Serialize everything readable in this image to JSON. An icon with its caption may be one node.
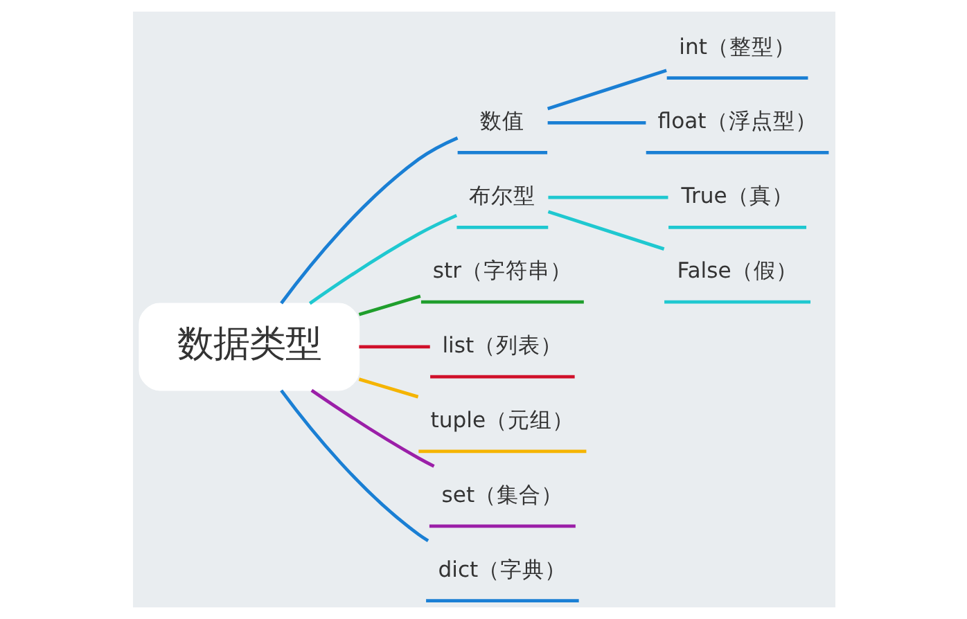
{
  "diagram": {
    "nodes": [
      {
        "text": [
          "数据类型"
        ]
      },
      {
        "text": [
          "数值"
        ]
      },
      {
        "text": [
          "int（整型）"
        ]
      },
      {
        "text": [
          "float（浮点型）"
        ]
      },
      {
        "text": [
          "布尔型"
        ]
      },
      {
        "text": [
          "True（真）"
        ]
      },
      {
        "text": [
          "False（假）"
        ]
      },
      {
        "text": [
          "str（字符串）"
        ]
      },
      {
        "text": [
          "list（列表）"
        ]
      },
      {
        "text": [
          "tuple（元组）"
        ]
      },
      {
        "text": [
          "set（集合）"
        ]
      },
      {
        "text": [
          "dict（字典）"
        ]
      }
    ],
    "edges": [
      {
        "from": 0,
        "to": 1,
        "arrow": "none"
      },
      {
        "from": 1,
        "to": 2,
        "arrow": "none"
      },
      {
        "from": 1,
        "to": 3,
        "arrow": "none"
      },
      {
        "from": 0,
        "to": 4,
        "arrow": "none",
        "color": "#1fc8d0"
      },
      {
        "from": 4,
        "to": 5,
        "arrow": "none",
        "color": "#1fc8d0"
      },
      {
        "from": 4,
        "to": 6,
        "arrow": "none",
        "color": "#1fc8d0"
      },
      {
        "from": 0,
        "to": 7,
        "arrow": "none",
        "color": "#1f9e2c"
      },
      {
        "from": 0,
        "to": 8,
        "arrow": "none",
        "color": "#d0102a"
      },
      {
        "from": 0,
        "to": 9,
        "arrow": "none",
        "color": "#f5b400"
      },
      {
        "from": 0,
        "to": 10,
        "arrow": "none",
        "color": "#9b1fa8"
      },
      {
        "from": 0,
        "to": 11,
        "arrow": "none"
      }
    ]
  }
}
